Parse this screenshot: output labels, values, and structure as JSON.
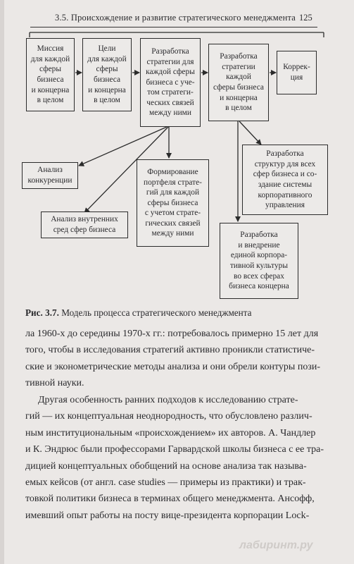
{
  "header": {
    "title": "3.5. Происхождение и развитие стратегического менеджмента",
    "page_number": "125"
  },
  "diagram": {
    "boxes": {
      "mission": "Миссия\nдля каждой\nсферы\nбизнеса\nи концерна\nв целом",
      "goals": "Цели\nдля каждой\nсферы\nбизнеса\nи концерна\nв целом",
      "strategy_each": "Разработка\nстратегии для\nкаждой сферы\nбизнеса с уче-\nтом стратеги-\nческих связей\nмежду ними",
      "strategy_concern": "Разработка\nстратегии\nкаждой\nсферы бизнеса\nи концерна\nв целом",
      "correction": "Коррек-\nция",
      "competition": "Анализ\nконкуренции",
      "internal": "Анализ внутренних\nсред сфер бизнеса",
      "portfolio": "Формирование\nпортфеля страте-\nгий для каждой\nсферы бизнеса\nс учетом страте-\nгических связей\nмежду ними",
      "structures": "Разработка\nструктур для всех\nсфер бизнеса и со-\nздание системы\nкорпоративного\nуправления",
      "culture": "Разработка\nи внедрение\nединой корпора-\nтивной культуры\nво всех сферах\nбизнеса концерна"
    }
  },
  "caption": {
    "label": "Рис. 3.7.",
    "text": "Модель процесса стратегического менеджмента"
  },
  "paragraph1": [
    "ла 1960-х до середины 1970-х гг.: потребовалось примерно 15 лет для",
    "того, чтобы в исследования стратегий активно проникли статистиче-",
    "ские и эконометрические методы анализа и они обрели контуры пози-",
    "тивной науки."
  ],
  "paragraph2": [
    "Другая особенность ранних подходов к исследованию страте-",
    "гий — их концептуальная неоднородность, что обусловлено различ-",
    "ным институциональным «происхождением» их авторов. А. Чандлер",
    "и К. Эндрюс были профессорами Гарвардской школы бизнеса с ее тра-",
    "дицией концептуальных обобщений на основе анализа так называ-",
    "емых кейсов (от англ. case studies — примеры из практики) и трак-",
    "товкой политики бизнеса в терминах общего менеджмента. Ансофф,",
    "имевший опыт работы на посту вице-президента корпорации Lock-"
  ],
  "watermark": "лабиринт.ру"
}
